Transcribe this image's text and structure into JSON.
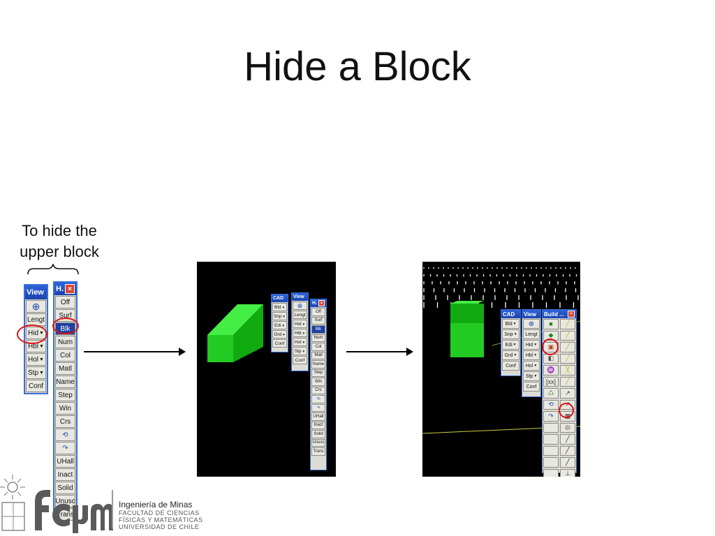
{
  "slide": {
    "title": "Hide a Block"
  },
  "annotation": {
    "line1": "To hide the",
    "line2": "upper block"
  },
  "left_view_toolbar": {
    "title": "View",
    "buttons": [
      "Lengt",
      "Hid",
      "Hbl",
      "Hol",
      "Stp",
      "Conf"
    ]
  },
  "left_hide_toolbar": {
    "title": "H.",
    "buttons": [
      "Off",
      "Surf",
      "Blk",
      "Num",
      "Col",
      "Matl",
      "Name",
      "Step",
      "Win",
      "Crs",
      "",
      "",
      "UHall",
      "Inact",
      "Solid",
      "Unusc",
      "Trans"
    ]
  },
  "panel1": {
    "cad_toolbar": {
      "title": "CAD",
      "buttons": [
        "Bld",
        "Snp",
        "Edi",
        "Grd",
        "Conf"
      ]
    },
    "view_toolbar": {
      "title": "View",
      "buttons": [
        "Lengt",
        "Hid",
        "Hbl",
        "Hol",
        "Stp",
        "Conf"
      ]
    },
    "hide_toolbar": {
      "title": "H.",
      "buttons": [
        "Off",
        "Surf",
        "Blk",
        "Num",
        "Col",
        "Matl",
        "Name",
        "Step",
        "Win",
        "Crs",
        "",
        "",
        "UHall",
        "Inact",
        "Solid",
        "Unusc",
        "Trans"
      ]
    }
  },
  "panel2": {
    "cad_toolbar": {
      "title": "CAD",
      "buttons": [
        "Bld",
        "Snp",
        "Edi",
        "Grd",
        "Conf"
      ]
    },
    "view_toolbar": {
      "title": "View",
      "buttons": [
        "Lengt",
        "Hid",
        "Hbl",
        "Hol",
        "Stp",
        "Conf"
      ]
    },
    "build_toolbar": {
      "title": "Build ..."
    }
  },
  "logo": {
    "mark": "fcfm",
    "line1": "Ingeniería de Minas",
    "line2": "FACULTAD DE CIENCIAS",
    "line3": "FÍSICAS Y MATEMÁTICAS",
    "line4": "UNIVERSIDAD DE CHILE"
  },
  "colors": {
    "toolbar_title": "#2d62d8",
    "highlight_circle": "#dd1111",
    "block": "#22cc22",
    "panel_bg": "#000000"
  }
}
